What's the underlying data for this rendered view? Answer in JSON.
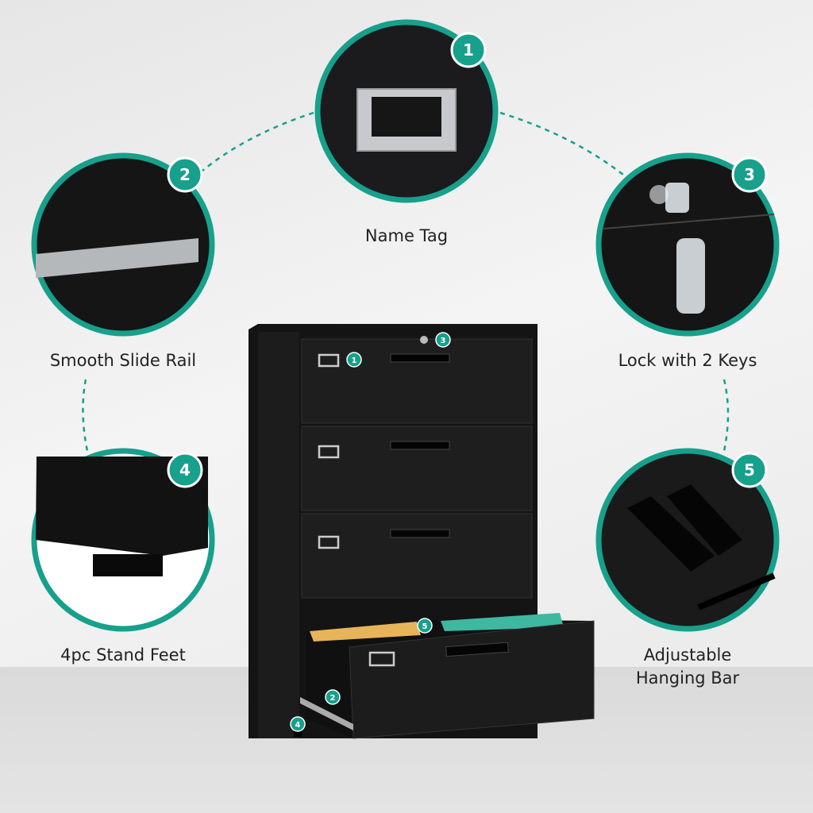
{
  "accent_color": "#17a08c",
  "features": [
    {
      "number": "1",
      "label": "Name Tag"
    },
    {
      "number": "2",
      "label": "Smooth Slide Rail"
    },
    {
      "number": "3",
      "label": "Lock with 2 Keys"
    },
    {
      "number": "4",
      "label": "4pc Stand Feet"
    },
    {
      "number": "5",
      "label_line1": "Adjustable",
      "label_line2": "Hanging Bar"
    }
  ]
}
